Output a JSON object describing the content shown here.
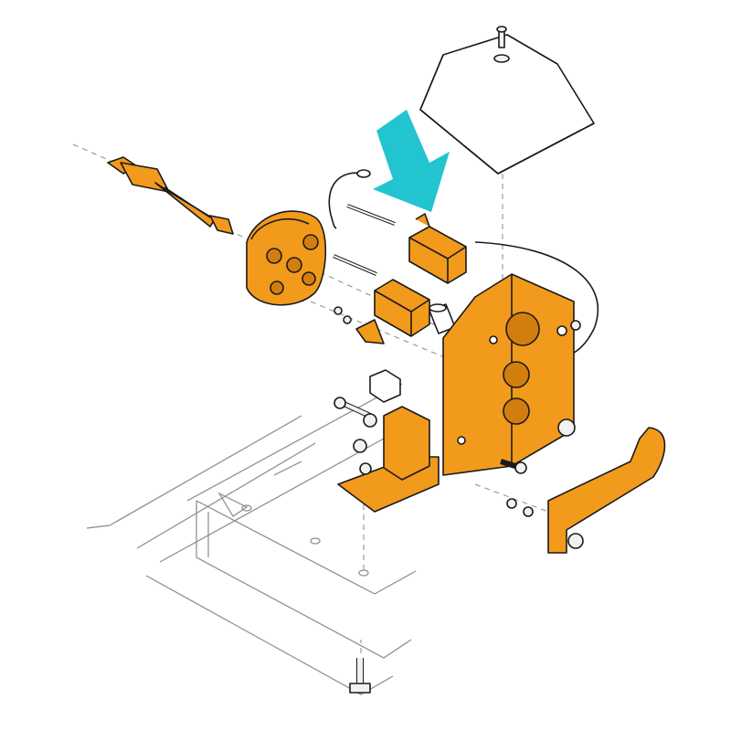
{
  "diagram": {
    "style": "exploded-assembly line illustration",
    "colors": {
      "part_fill": "#F29A1C",
      "part_shade": "#D27E0E",
      "highlight_arrow": "#22C4CF",
      "outline": "#1A1A1A",
      "frame_line": "#8A8A8A",
      "plain_fill": "#FFFFFF",
      "hardware_fill": "#F2F2F2"
    },
    "parts": [
      {
        "name": "cover",
        "highlighted": false
      },
      {
        "name": "cover-screw",
        "highlighted": false
      },
      {
        "name": "shaft",
        "highlighted": true
      },
      {
        "name": "cam-disc",
        "highlighted": true
      },
      {
        "name": "upper-switch",
        "highlighted": true
      },
      {
        "name": "lower-switch",
        "highlighted": true
      },
      {
        "name": "long-screws",
        "highlighted": false
      },
      {
        "name": "spacer",
        "highlighted": false
      },
      {
        "name": "mounting-bracket",
        "highlighted": true
      },
      {
        "name": "bottom-plate",
        "highlighted": true
      },
      {
        "name": "side-bracket",
        "highlighted": true
      },
      {
        "name": "wire-leads",
        "highlighted": false
      },
      {
        "name": "chassis-frame",
        "highlighted": false
      },
      {
        "name": "fasteners",
        "highlighted": false
      }
    ],
    "callout": {
      "icon": "down-arrow-icon",
      "points_to": "upper-switch"
    }
  }
}
